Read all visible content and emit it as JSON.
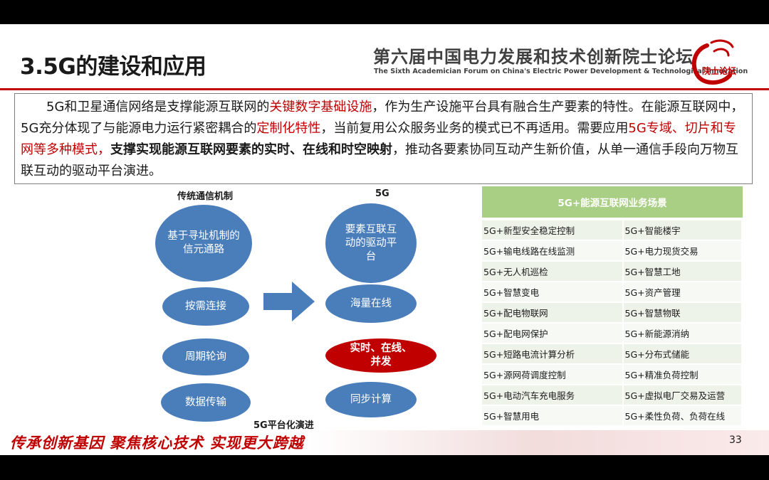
{
  "header": {
    "title": "3.5G的建设和应用",
    "forum_cn": "第六届中国电力发展和技术创新院士论坛",
    "forum_en": "The Sixth Academician Forum on China's Electric Power Development & Technological Innovation",
    "logo_text": "院士论坛"
  },
  "paragraph": {
    "p1": "5G和卫星通信网络是支撑能源互联网的",
    "p2": "关键数字基础设施",
    "p3": "，作为生产设施平台具有融合生产要素的特性。在能源互联网中，5G充分体现了与能源电力运行紧密耦合的",
    "p4": "定制化特性",
    "p5": "，当前复用公众服务业务的模式已不再适用。需要应用",
    "p6": "5G专域、切片和专网等多种模式，",
    "p7": "支撑实现能源互联网要素的实时、在线和时空映射",
    "p8": "，推动各要素协同互动产生新价值，从单一通信手段向万物互联互动的驱动平台演进。"
  },
  "diagram": {
    "left_header": "传统通信机制",
    "right_header": "5G",
    "bottom_label": "5G平台化演进",
    "left": [
      "基于寻址机制的信元通路",
      "按需连接",
      "周期轮询",
      "数据传输"
    ],
    "right": [
      "要素互联互动的驱动平台",
      "海量在线",
      "实时、在线、并发",
      "同步计算"
    ]
  },
  "table": {
    "header": "5G+能源互联网业务场景",
    "rows": [
      [
        "5G+新型安全稳定控制",
        "5G+智能楼宇"
      ],
      [
        "5G+输电线路在线监测",
        "5G+电力现货交易"
      ],
      [
        "5G+无人机巡检",
        "5G+智慧工地"
      ],
      [
        "5G+智慧变电",
        "5G+资产管理"
      ],
      [
        "5G+配电物联网",
        "5G+智慧物联"
      ],
      [
        "5G+配电网保护",
        "5G+新能源消纳"
      ],
      [
        "5G+短路电流计算分析",
        "5G+分布式储能"
      ],
      [
        "5G+源网荷调度控制",
        "5G+精准负荷控制"
      ],
      [
        "5G+电动汽车充电服务",
        "5G+虚拟电厂交易及运营"
      ],
      [
        "5G+智慧用电",
        "5G+柔性负荷、负荷在线"
      ]
    ]
  },
  "footer": {
    "slogan": "传承创新基因  聚焦核心技术  实现更大跨越",
    "page": "33"
  },
  "colors": {
    "accent_red": "#c00000",
    "ellipse_blue": "#4a7ebb",
    "table_green": "#a8cf84"
  }
}
